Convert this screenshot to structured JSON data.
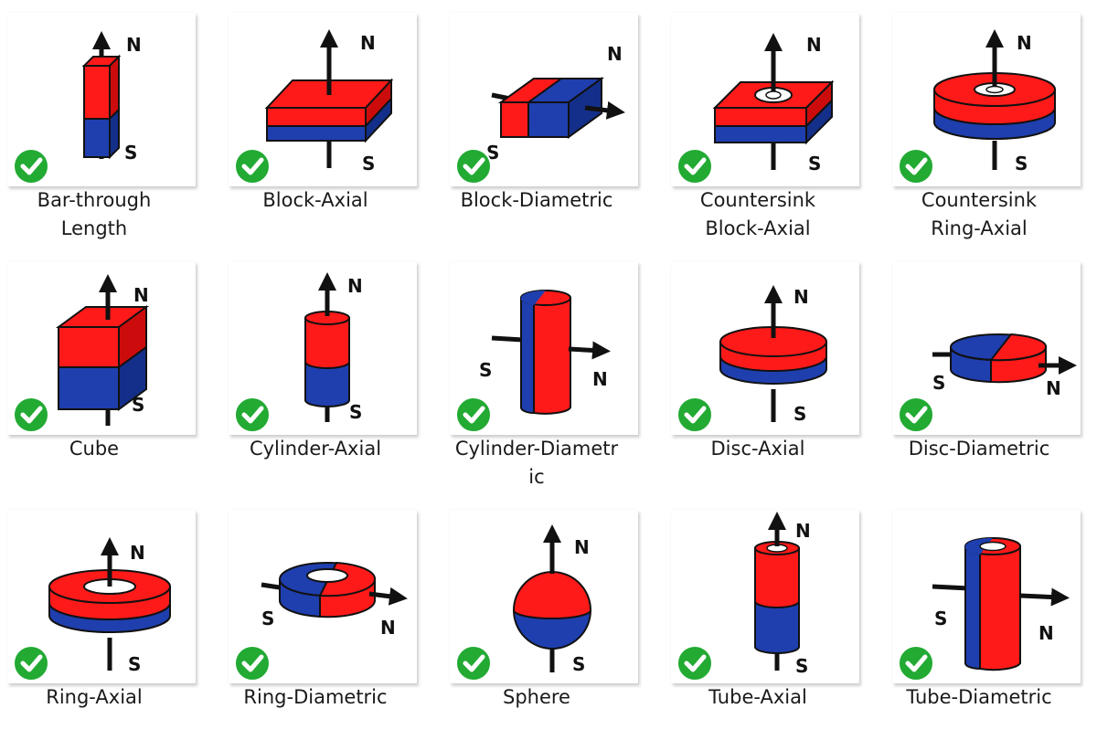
{
  "colors": {
    "north": "#ff1a1a",
    "south": "#1f3fae",
    "check": "#22aa33"
  },
  "pole_labels": {
    "north": "N",
    "south": "S"
  },
  "magnets": [
    {
      "label": "Bar-through\nLength",
      "icon": "bar-magnet-icon"
    },
    {
      "label": "Block-Axial",
      "icon": "block-magnet-icon"
    },
    {
      "label": "Block-Diametric",
      "icon": "block-diametric-magnet-icon"
    },
    {
      "label": "Countersink\nBlock-Axial",
      "icon": "countersink-block-magnet-icon"
    },
    {
      "label": "Countersink\nRing-Axial",
      "icon": "countersink-ring-magnet-icon"
    },
    {
      "label": "Cube",
      "icon": "cube-magnet-icon"
    },
    {
      "label": "Cylinder-Axial",
      "icon": "cylinder-magnet-icon"
    },
    {
      "label": "Cylinder-Diametr\nic",
      "icon": "cylinder-diametric-magnet-icon"
    },
    {
      "label": "Disc-Axial",
      "icon": "disc-magnet-icon"
    },
    {
      "label": "Disc-Diametric",
      "icon": "disc-diametric-magnet-icon"
    },
    {
      "label": "Ring-Axial",
      "icon": "ring-magnet-icon"
    },
    {
      "label": "Ring-Diametric",
      "icon": "ring-diametric-magnet-icon"
    },
    {
      "label": "Sphere",
      "icon": "sphere-magnet-icon"
    },
    {
      "label": "Tube-Axial",
      "icon": "tube-magnet-icon"
    },
    {
      "label": "Tube-Diametric",
      "icon": "tube-diametric-magnet-icon"
    }
  ]
}
